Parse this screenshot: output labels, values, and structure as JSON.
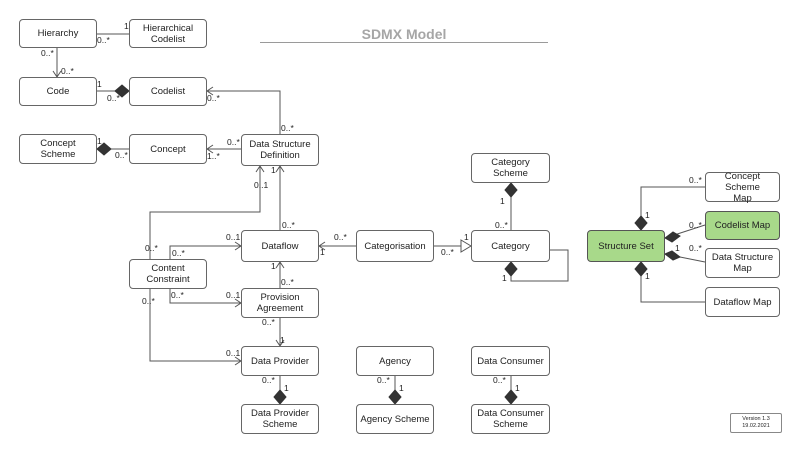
{
  "title": "SDMX Model",
  "version": {
    "line1": "Version 1.3",
    "line2": "19.02.2021"
  },
  "boxes": {
    "hierarchy": "Hierarchy",
    "hierarchical_codelist_1": "Hierarchical",
    "hierarchical_codelist_2": "Codelist",
    "code": "Code",
    "codelist": "Codelist",
    "concept_scheme": "Concept Scheme",
    "concept": "Concept",
    "dsd_1": "Data Structure",
    "dsd_2": "Definition",
    "category_scheme": "Category Scheme",
    "dataflow": "Dataflow",
    "categorisation": "Categorisation",
    "category": "Category",
    "content_constraint": "Content Constraint",
    "provision_agreement_1": "Provision",
    "provision_agreement_2": "Agreement",
    "data_provider": "Data Provider",
    "agency": "Agency",
    "data_consumer": "Data Consumer",
    "data_provider_scheme_1": "Data Provider",
    "data_provider_scheme_2": "Scheme",
    "agency_scheme": "Agency Scheme",
    "data_consumer_scheme_1": "Data Consumer",
    "data_consumer_scheme_2": "Scheme",
    "structure_set": "Structure Set",
    "concept_scheme_map_1": "Concept Scheme",
    "concept_scheme_map_2": "Map",
    "codelist_map": "Codelist Map",
    "dsd_map_1": "Data Structure",
    "dsd_map_2": "Map",
    "dataflow_map": "Dataflow Map"
  },
  "multiplicities": {
    "m1": "1",
    "m2": "0..*",
    "m3": "0..*",
    "m4": "0..*",
    "m5": "1",
    "m6": "0..*",
    "m7": "0..*",
    "m8": "0..*",
    "m9": "1",
    "m10": "0..*",
    "m11": "1..*",
    "m12": "1",
    "m13": "0..1",
    "m14": "0..*",
    "m15": "0..*",
    "m16": "0..1",
    "m17": "0..*",
    "m18": "1",
    "m19": "0..*",
    "m20": "1",
    "m21": "1",
    "m22": "0..*",
    "m23": "0..*",
    "m24": "1",
    "m25": "1",
    "m26": "0..*",
    "m27": "0..1",
    "m28": "0..*",
    "m29": "1",
    "m30": "0..*",
    "m31": "0..1",
    "m32": "0..*",
    "m33": "1",
    "m34": "0..*",
    "m35": "1",
    "m36": "0..*",
    "m37": "1",
    "m38": "1",
    "m39": "0..*",
    "m40": "1",
    "m41": "0..*",
    "m42": "0..*",
    "m43": "1",
    "m44": "0..*",
    "m45": "0..*"
  }
}
